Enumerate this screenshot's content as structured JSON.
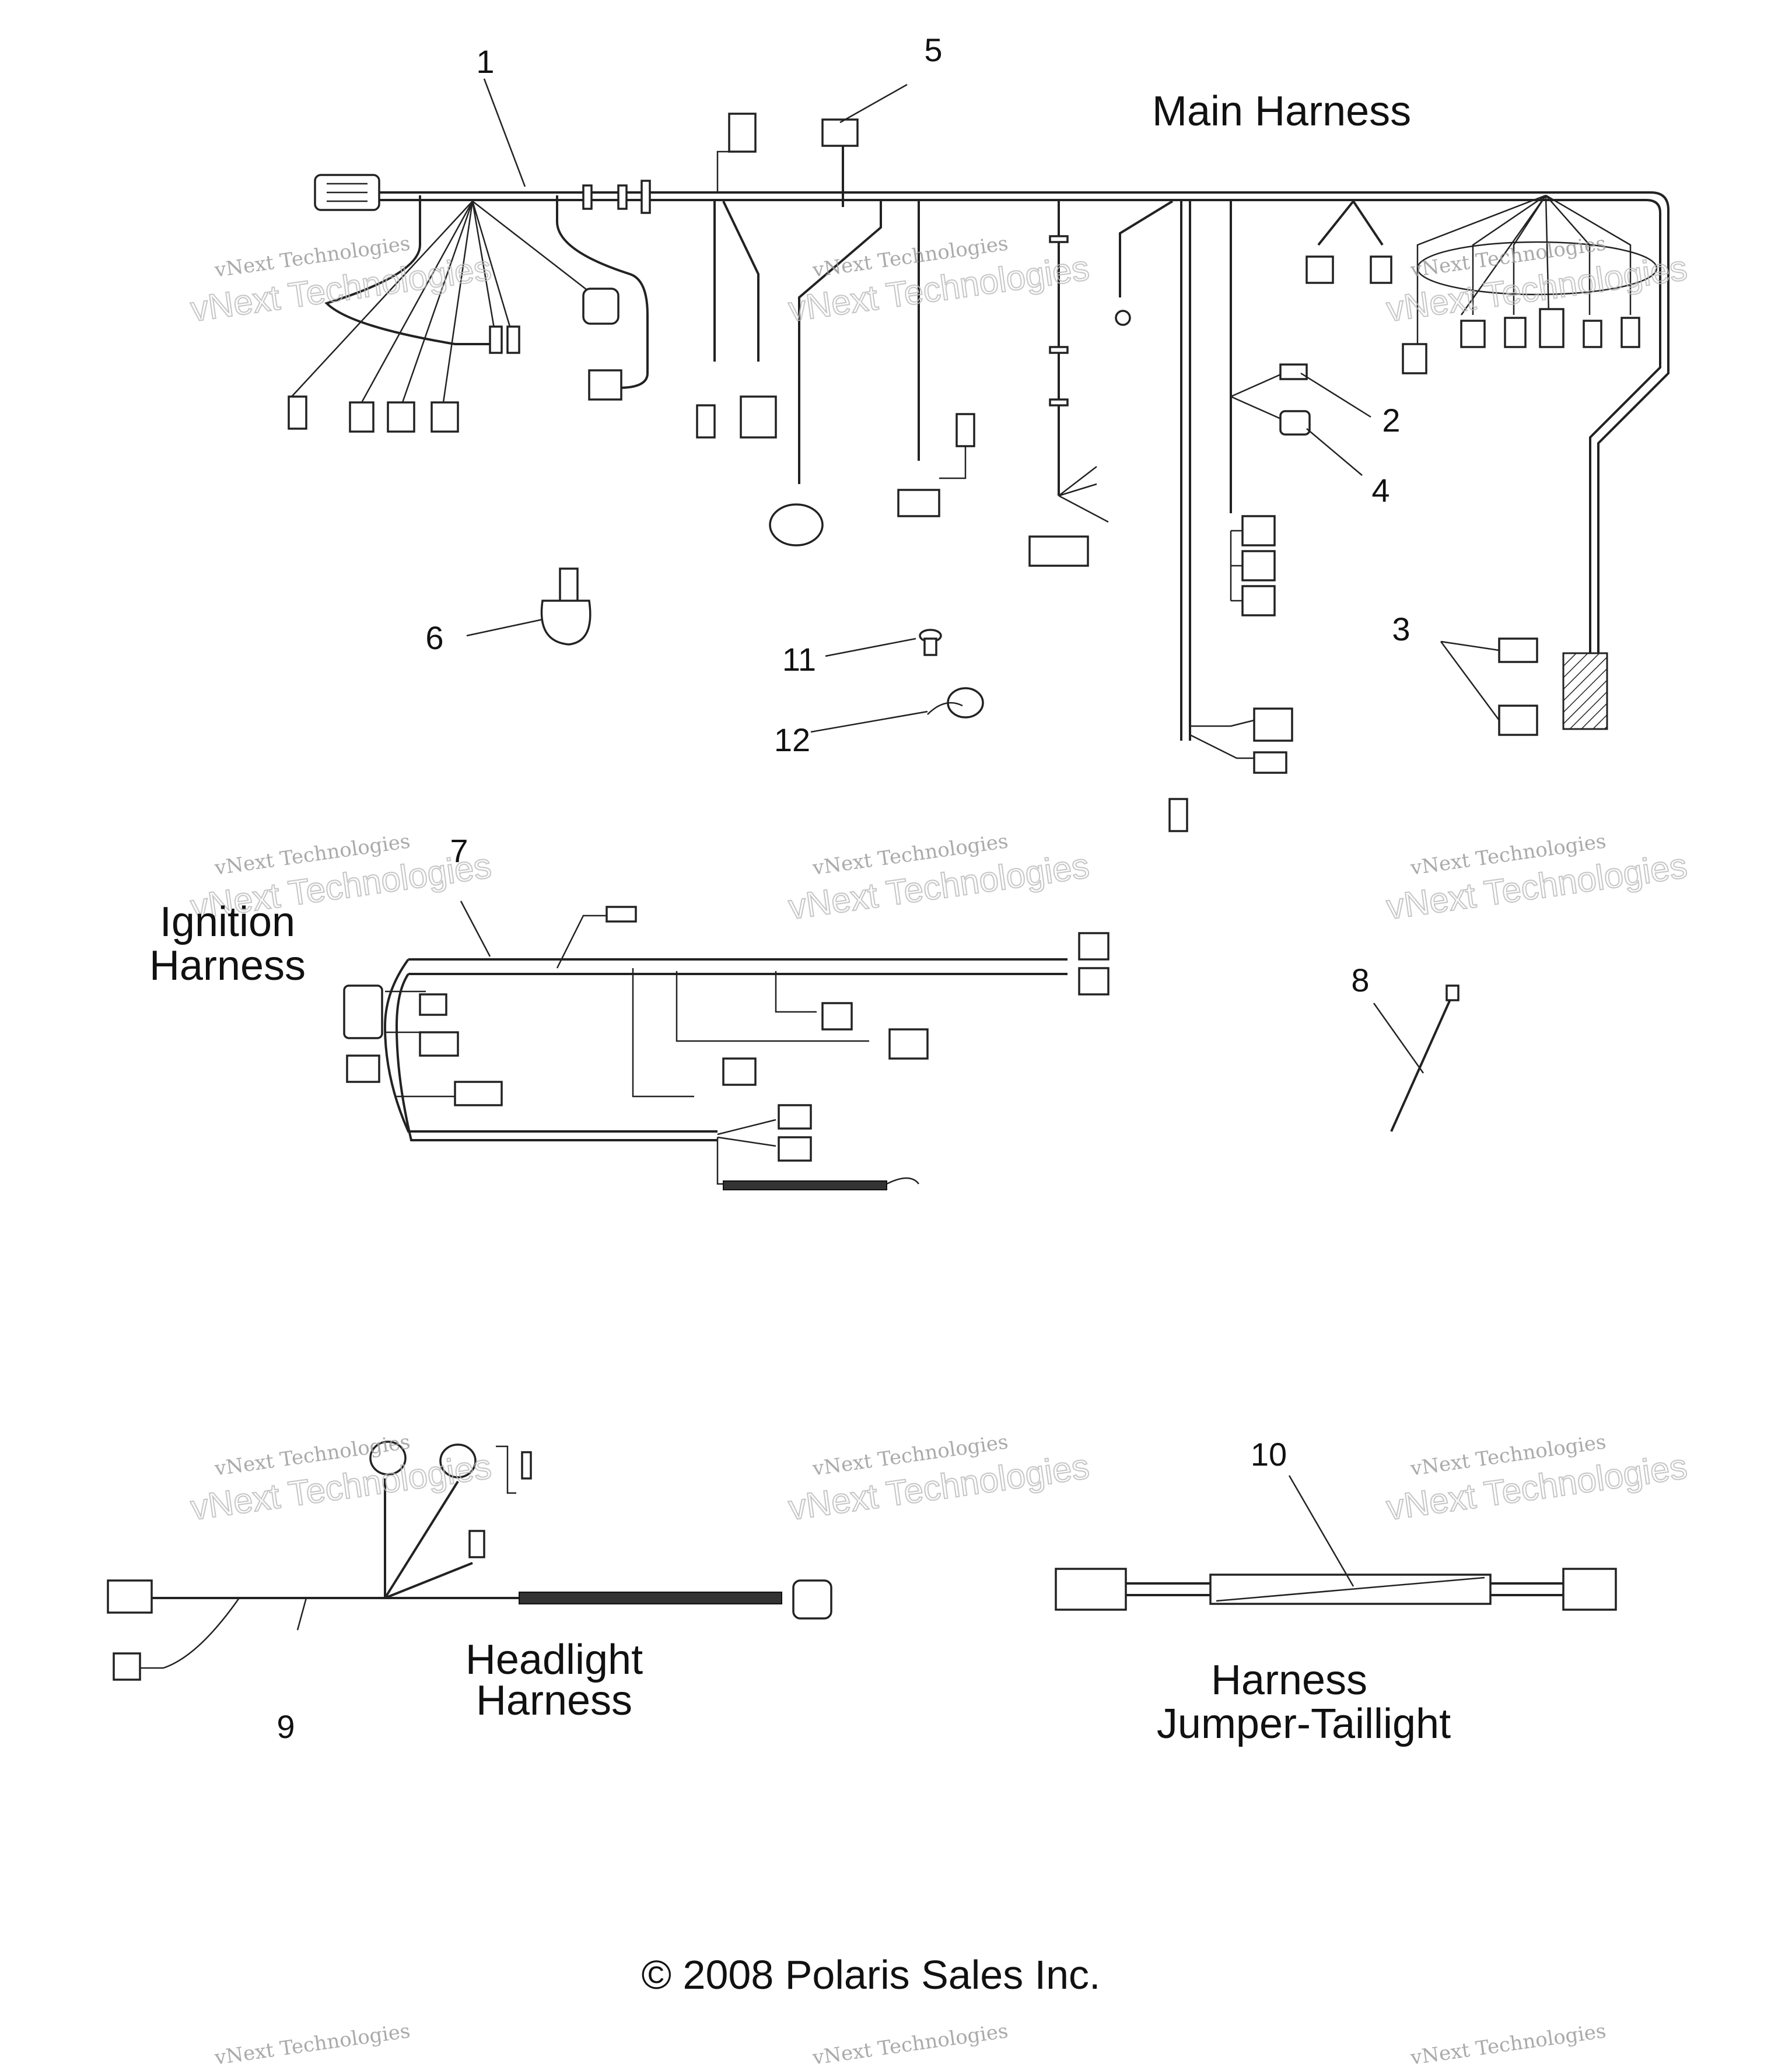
{
  "titles": {
    "main": "Main Harness",
    "ignition": [
      "Ignition",
      "Harness"
    ],
    "headlight": [
      "Headlight",
      "Harness"
    ],
    "jumper": [
      "Harness",
      "Jumper-Taillight"
    ]
  },
  "callouts": [
    "1",
    "2",
    "3",
    "4",
    "5",
    "6",
    "7",
    "8",
    "9",
    "10",
    "11",
    "12"
  ],
  "copyright": "© 2008 Polaris Sales Inc.",
  "watermark": {
    "line1": "vNext Technologies",
    "line2": "vNext Technologies"
  },
  "colors": {
    "ink": "#111111",
    "watermark": "#9a9a9a"
  }
}
